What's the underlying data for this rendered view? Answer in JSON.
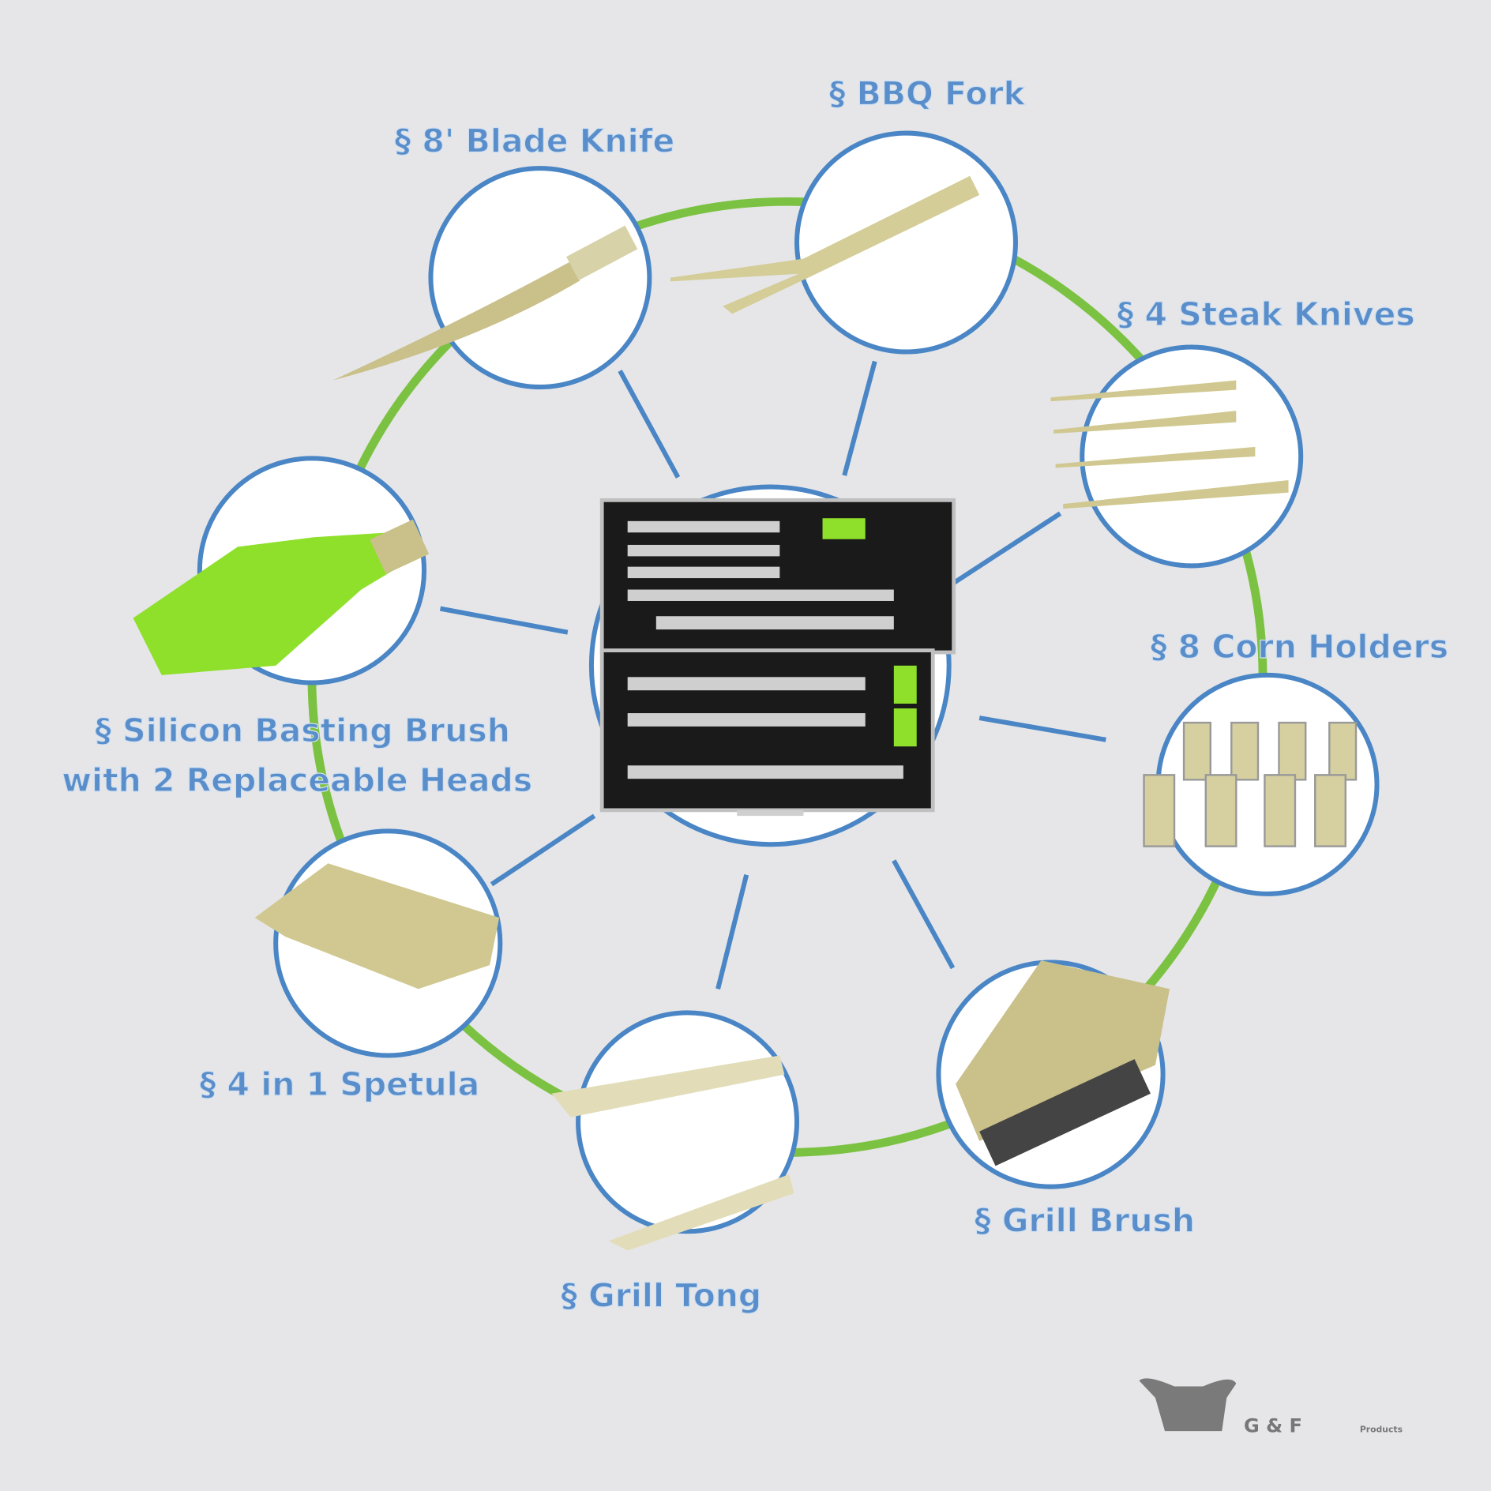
{
  "labels": {
    "blade_knife": "§ 8' Blade Knife",
    "bbq_fork": "§ BBQ Fork",
    "steak_knives": "§ 4 Steak Knives",
    "corn_holders": "§ 8 Corn Holders",
    "basting_brush_line1": "§ Silicon Basting Brush",
    "basting_brush_line2": "with 2 Replaceable Heads",
    "spatula": "§ 4 in 1 Spetula",
    "grill_tong": "§ Grill Tong",
    "grill_brush": "§ Grill Brush"
  },
  "logo": {
    "text": "G & F",
    "subtext": "Products"
  },
  "colors": {
    "ring": "#7cc242",
    "circle": "#4a86c5",
    "label": "#5a8ecb",
    "silicone": "#8ee02a",
    "metal": "#c9c08a"
  }
}
